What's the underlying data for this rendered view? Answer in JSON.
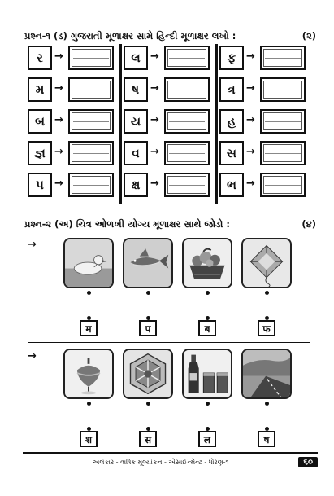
{
  "q1": {
    "title": "પ્રશ્ન-૧ (ડ) ગુજરાતી મૂળાક્ષર સામે હિન્દી મૂળાક્ષર લખો :",
    "marks": "(૨)",
    "arrow": "→",
    "columns": [
      [
        "ર",
        "મ",
        "બ",
        "જ્ઞ",
        "પ"
      ],
      [
        "લ",
        "ષ",
        "ય",
        "વ",
        "ક્ષ"
      ],
      [
        "ફ",
        "ત્ર",
        "હ",
        "સ",
        "ભ"
      ]
    ]
  },
  "q2": {
    "title": "પ્રશ્ન-૨ (અ) ચિત્ર ઓળખી યોગ્ય મૂળાક્ષર સાથે જોડો :",
    "marks": "(૪)",
    "arrow": "→",
    "row1": {
      "pictures": [
        "duck-icon",
        "fish-icon",
        "fruit-basket-icon",
        "kite-icon"
      ],
      "options": [
        "म",
        "प",
        "ब",
        "फ"
      ]
    },
    "row2": {
      "pictures": [
        "top-icon",
        "hexagon-icon",
        "bottle-glasses-icon",
        "road-icon"
      ],
      "options": [
        "श",
        "स",
        "ल",
        "ष"
      ]
    }
  },
  "footer": {
    "text": "અલંકાર - વાર્ષિક મૂલ્યાંકન - એસાઈન્મેન્ટ - ધોરણ-૧",
    "page": "૬૦"
  }
}
